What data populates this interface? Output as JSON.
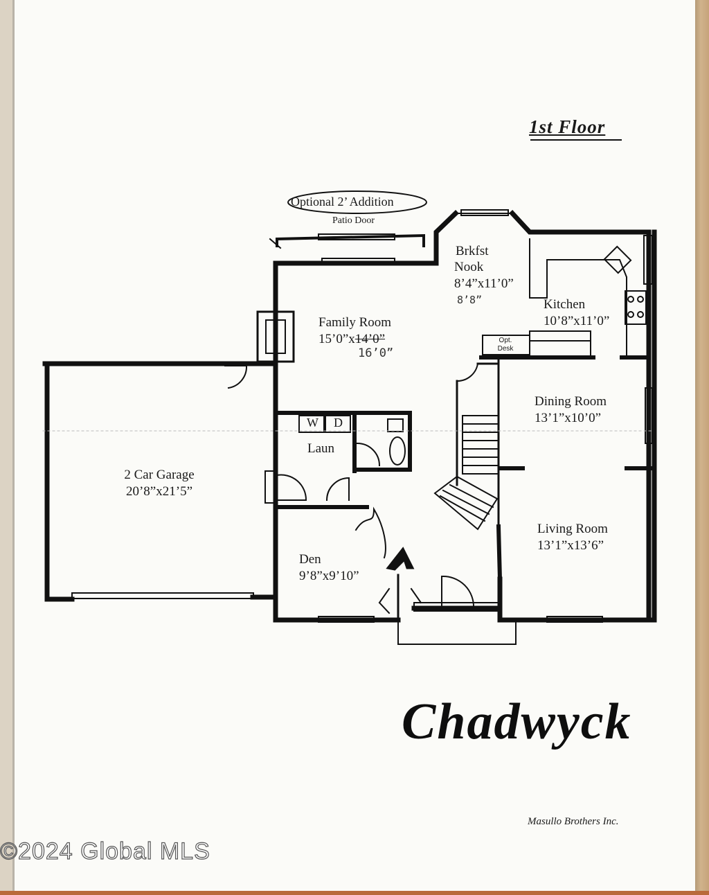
{
  "floor_title": "1st Floor",
  "optional_addition": "Optional 2’ Addition",
  "patio_door": "Patio Door",
  "rooms": {
    "breakfast_nook": {
      "name_line1": "Brkfst",
      "name_line2": "Nook",
      "size": "8’4”x11’0”",
      "note": "8’8”"
    },
    "kitchen": {
      "name": "Kitchen",
      "size": "10’8”x11’0”"
    },
    "family_room": {
      "name": "Family Room",
      "size_prefix": "15’0”x",
      "size_struck": "14’0”",
      "note": "16’0”"
    },
    "garage": {
      "name": "2 Car Garage",
      "size": "20’8”x21’5”"
    },
    "laundry": {
      "name": "Laun",
      "washer": "W",
      "dryer": "D"
    },
    "dining_room": {
      "name": "Dining Room",
      "size": "13’1”x10’0”"
    },
    "living_room": {
      "name": "Living Room",
      "size": "13’1”x13’6”"
    },
    "den": {
      "name": "Den",
      "size": "9’8”x9’10”"
    },
    "opt_desk": {
      "line1": "Opt.",
      "line2": "Desk"
    }
  },
  "plan_name": "Chadwyck",
  "builder": "Masullo Brothers Inc.",
  "watermark": "©2024 Global MLS",
  "colors": {
    "ink": "#111111",
    "paper": "#fbfbf8",
    "background": "#dcd3c4"
  }
}
